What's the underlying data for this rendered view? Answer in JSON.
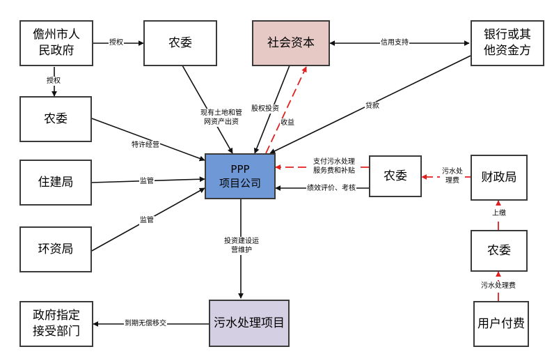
{
  "nodes": {
    "danzhou": "儋州市人民政府",
    "nongwei_top": "农委",
    "social_capital": "社会资本",
    "bank": "银行或其他资金方",
    "nongwei_left": "农委",
    "zhujianju": "住建局",
    "huanziju": "环资局",
    "ppp_line1": "PPP",
    "ppp_line2": "项目公司",
    "nongwei_mid": "农委",
    "caizhengju": "财政局",
    "nongwei_right": "农委",
    "sewage_project": "污水处理项目",
    "gov_receiver": "政府指定接受部门",
    "user_pay": "用户付费"
  },
  "edges": {
    "authorize_1": "授权",
    "authorize_2": "授权",
    "credit_support": "信用支持",
    "land_assets": "现有土地和管网资产出资",
    "equity": "股权投资",
    "income": "收益",
    "loan": "贷款",
    "franchise": "特许经营",
    "pay_subsidy": "支付污水处理服务费和补贴",
    "supervise_1": "监管",
    "supervise_2": "监管",
    "assess": "绩效评价、考核",
    "sewage_fee_1": "污水处理费",
    "hand_in": "上缴",
    "sewage_fee_2": "污水处理费",
    "invest_build": "投资建设运营维护",
    "transfer": "到期无偿移交"
  },
  "colors": {
    "social_capital_fill": "#e6c8c5",
    "ppp_fill": "#6f99d6",
    "project_fill": "#d5cfe3",
    "flow_red": "#e01f1f",
    "line_black": "#111111"
  }
}
